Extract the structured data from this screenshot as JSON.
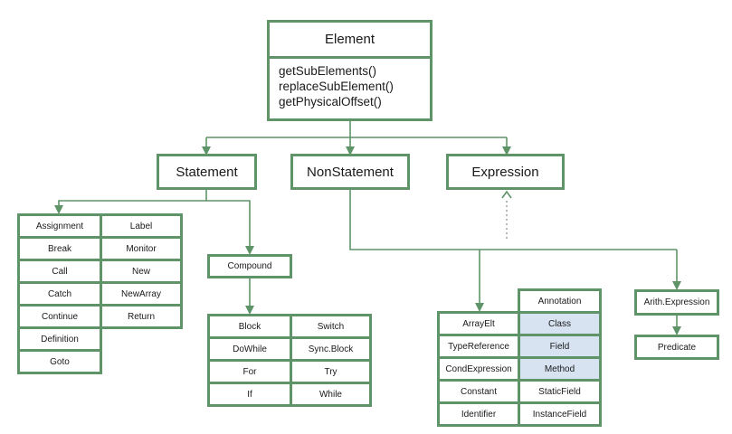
{
  "element": {
    "title": "Element",
    "methods": [
      "getSubElements()",
      "replaceSubElement()",
      "getPhysicalOffset()"
    ]
  },
  "level1": {
    "statement": "Statement",
    "nonstatement": "NonStatement",
    "expression": "Expression"
  },
  "statement_children": {
    "left": [
      "Assignment",
      "Break",
      "Call",
      "Catch",
      "Continue",
      "Definition",
      "Goto"
    ],
    "right": [
      "Label",
      "Monitor",
      "New",
      "NewArray",
      "Return"
    ]
  },
  "compound": {
    "title": "Compound",
    "left": [
      "Block",
      "DoWhile",
      "For",
      "If"
    ],
    "right": [
      "Switch",
      "Sync.Block",
      "Try",
      "While"
    ]
  },
  "nonstatement_children": {
    "left": [
      "ArrayElt",
      "TypeReference",
      "CondExpression",
      "Constant",
      "Identifier"
    ],
    "right": [
      "Annotation",
      "Class",
      "Field",
      "Method",
      "StaticField",
      "InstanceField"
    ]
  },
  "arith": {
    "title": "Arith.Expression",
    "child": "Predicate"
  },
  "colors": {
    "border": "#5e9468",
    "highlight": "#d7e3f1",
    "background": "#ffffff"
  }
}
